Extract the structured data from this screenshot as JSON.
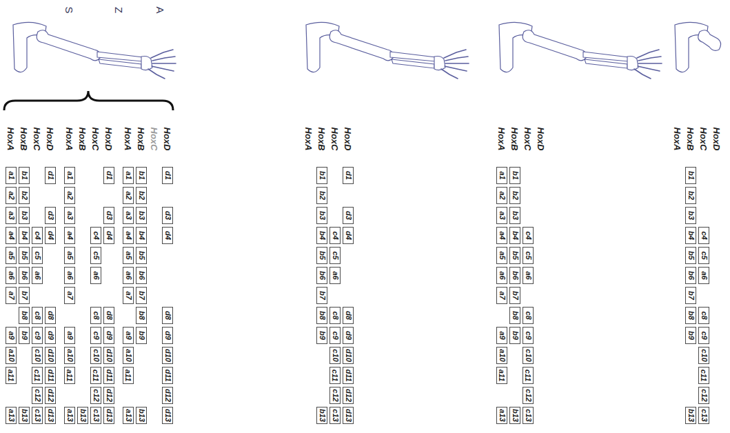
{
  "diagram": {
    "nodes": [
      {
        "text": [
          "a1"
        ]
      },
      {
        "text": [
          "a2"
        ]
      },
      {
        "text": [
          "a3"
        ]
      },
      {
        "text": [
          "a4"
        ]
      },
      {
        "text": [
          "a5"
        ]
      },
      {
        "text": [
          "a6"
        ]
      },
      {
        "text": [
          "a7"
        ]
      },
      {
        "text": [
          "a9"
        ]
      },
      {
        "text": [
          "a10"
        ]
      },
      {
        "text": [
          "a11"
        ]
      },
      {
        "text": [
          "a13"
        ]
      },
      {
        "text": [
          "b1"
        ]
      },
      {
        "text": [
          "b2"
        ]
      },
      {
        "text": [
          "b3"
        ]
      },
      {
        "text": [
          "b4"
        ]
      },
      {
        "text": [
          "b5"
        ]
      },
      {
        "text": [
          "b6"
        ]
      },
      {
        "text": [
          "b7"
        ]
      },
      {
        "text": [
          "b8"
        ]
      },
      {
        "text": [
          "b9"
        ]
      },
      {
        "text": [
          "b13"
        ]
      },
      {
        "text": [
          "c4"
        ]
      },
      {
        "text": [
          "c5"
        ]
      },
      {
        "text": [
          "a6"
        ]
      },
      {
        "text": [
          "c8"
        ]
      },
      {
        "text": [
          "c9"
        ]
      },
      {
        "text": [
          "c10"
        ]
      },
      {
        "text": [
          "c11"
        ]
      },
      {
        "text": [
          "c12"
        ]
      },
      {
        "text": [
          "c13"
        ]
      },
      {
        "text": [
          "d1"
        ]
      },
      {
        "text": [
          "d3"
        ]
      },
      {
        "text": [
          "d4"
        ]
      },
      {
        "text": [
          "d8"
        ]
      },
      {
        "text": [
          "d9"
        ]
      },
      {
        "text": [
          "d10"
        ]
      },
      {
        "text": [
          "d11"
        ]
      },
      {
        "text": [
          "d12"
        ]
      },
      {
        "text": [
          "d13"
        ]
      },
      {
        "text": [
          "a1"
        ]
      },
      {
        "text": [
          "a2"
        ]
      },
      {
        "text": [
          "a3"
        ]
      },
      {
        "text": [
          "a4"
        ]
      },
      {
        "text": [
          "a5"
        ]
      },
      {
        "text": [
          "a6"
        ]
      },
      {
        "text": [
          "a7"
        ]
      },
      {
        "text": [
          "a9"
        ]
      },
      {
        "text": [
          "a10"
        ]
      },
      {
        "text": [
          "a11"
        ]
      },
      {
        "text": [
          "a13"
        ]
      },
      {
        "text": [
          "b13"
        ]
      },
      {
        "text": [
          "c4"
        ]
      },
      {
        "text": [
          "c5"
        ]
      },
      {
        "text": [
          "a6"
        ]
      },
      {
        "text": [
          "c8"
        ]
      },
      {
        "text": [
          "c9"
        ]
      },
      {
        "text": [
          "c10"
        ]
      },
      {
        "text": [
          "c11"
        ]
      },
      {
        "text": [
          "c12"
        ]
      },
      {
        "text": [
          "c13"
        ]
      },
      {
        "text": [
          "d1"
        ]
      },
      {
        "text": [
          "d3"
        ]
      },
      {
        "text": [
          "d4"
        ]
      },
      {
        "text": [
          "d8"
        ]
      },
      {
        "text": [
          "d9"
        ]
      },
      {
        "text": [
          "d10"
        ]
      },
      {
        "text": [
          "d11"
        ]
      },
      {
        "text": [
          "d12"
        ]
      },
      {
        "text": [
          "d13"
        ]
      },
      {
        "text": [
          "a1"
        ]
      },
      {
        "text": [
          "a2"
        ]
      },
      {
        "text": [
          "a3"
        ]
      },
      {
        "text": [
          "a4"
        ]
      },
      {
        "text": [
          "a5"
        ]
      },
      {
        "text": [
          "a6"
        ]
      },
      {
        "text": [
          "a7"
        ]
      },
      {
        "text": [
          "a9"
        ]
      },
      {
        "text": [
          "a10"
        ]
      },
      {
        "text": [
          "a11"
        ]
      },
      {
        "text": [
          "a13"
        ]
      },
      {
        "text": [
          "b1"
        ]
      },
      {
        "text": [
          "b2"
        ]
      },
      {
        "text": [
          "b3"
        ]
      },
      {
        "text": [
          "b4"
        ]
      },
      {
        "text": [
          "b5"
        ]
      },
      {
        "text": [
          "b6"
        ]
      },
      {
        "text": [
          "b7"
        ]
      },
      {
        "text": [
          "b8"
        ]
      },
      {
        "text": [
          "b9"
        ]
      },
      {
        "text": [
          "b13"
        ]
      },
      {
        "text": [
          "d1"
        ]
      },
      {
        "text": [
          "d3"
        ]
      },
      {
        "text": [
          "d4"
        ]
      },
      {
        "text": [
          "d8"
        ]
      },
      {
        "text": [
          "d9"
        ]
      },
      {
        "text": [
          "d10"
        ]
      },
      {
        "text": [
          "d11"
        ]
      },
      {
        "text": [
          "d12"
        ]
      },
      {
        "text": [
          "d13"
        ]
      },
      {
        "text": [
          "b1"
        ]
      },
      {
        "text": [
          "b2"
        ]
      },
      {
        "text": [
          "b3"
        ]
      },
      {
        "text": [
          "b4"
        ]
      },
      {
        "text": [
          "b5"
        ]
      },
      {
        "text": [
          "b6"
        ]
      },
      {
        "text": [
          "b7"
        ]
      },
      {
        "text": [
          "b8"
        ]
      },
      {
        "text": [
          "b9"
        ]
      },
      {
        "text": [
          "b13"
        ]
      },
      {
        "text": [
          "c4"
        ]
      },
      {
        "text": [
          "c5"
        ]
      },
      {
        "text": [
          "a6"
        ]
      },
      {
        "text": [
          "c8"
        ]
      },
      {
        "text": [
          "c9"
        ]
      },
      {
        "text": [
          "c10"
        ]
      },
      {
        "text": [
          "c11"
        ]
      },
      {
        "text": [
          "c12"
        ]
      },
      {
        "text": [
          "c13"
        ]
      },
      {
        "text": [
          "d1"
        ]
      },
      {
        "text": [
          "d3"
        ]
      },
      {
        "text": [
          "d4"
        ]
      },
      {
        "text": [
          "d8"
        ]
      },
      {
        "text": [
          "d9"
        ]
      },
      {
        "text": [
          "d10"
        ]
      },
      {
        "text": [
          "d11"
        ]
      },
      {
        "text": [
          "d12"
        ]
      },
      {
        "text": [
          "d13"
        ]
      },
      {
        "text": [
          "a1"
        ]
      },
      {
        "text": [
          "a2"
        ]
      },
      {
        "text": [
          "a3"
        ]
      },
      {
        "text": [
          "a4"
        ]
      },
      {
        "text": [
          "a5"
        ]
      },
      {
        "text": [
          "a6"
        ]
      },
      {
        "text": [
          "a7"
        ]
      },
      {
        "text": [
          "a9"
        ]
      },
      {
        "text": [
          "a10"
        ]
      },
      {
        "text": [
          "a11"
        ]
      },
      {
        "text": [
          "a13"
        ]
      },
      {
        "text": [
          "b1"
        ]
      },
      {
        "text": [
          "b2"
        ]
      },
      {
        "text": [
          "b3"
        ]
      },
      {
        "text": [
          "b4"
        ]
      },
      {
        "text": [
          "b5"
        ]
      },
      {
        "text": [
          "b6"
        ]
      },
      {
        "text": [
          "b7"
        ]
      },
      {
        "text": [
          "b8"
        ]
      },
      {
        "text": [
          "b9"
        ]
      },
      {
        "text": [
          "b13"
        ]
      },
      {
        "text": [
          "c4"
        ]
      },
      {
        "text": [
          "c5"
        ]
      },
      {
        "text": [
          "a6"
        ]
      },
      {
        "text": [
          "c8"
        ]
      },
      {
        "text": [
          "c9"
        ]
      },
      {
        "text": [
          "c10"
        ]
      },
      {
        "text": [
          "c11"
        ]
      },
      {
        "text": [
          "c12"
        ]
      },
      {
        "text": [
          "c13"
        ]
      },
      {
        "text": [
          "b1"
        ]
      },
      {
        "text": [
          "b2"
        ]
      },
      {
        "text": [
          "b3"
        ]
      },
      {
        "text": [
          "b4"
        ]
      },
      {
        "text": [
          "b5"
        ]
      },
      {
        "text": [
          "b6"
        ]
      },
      {
        "text": [
          "b7"
        ]
      },
      {
        "text": [
          "b8"
        ]
      },
      {
        "text": [
          "b9"
        ]
      },
      {
        "text": [
          "b13"
        ]
      },
      {
        "text": [
          "c4"
        ]
      },
      {
        "text": [
          "c5"
        ]
      },
      {
        "text": [
          "a6"
        ]
      },
      {
        "text": [
          "c8"
        ]
      },
      {
        "text": [
          "c9"
        ]
      },
      {
        "text": [
          "c10"
        ]
      },
      {
        "text": [
          "c11"
        ]
      },
      {
        "text": [
          "c12"
        ]
      },
      {
        "text": [
          "c13"
        ]
      }
    ],
    "labels": [
      "S",
      "Z",
      "A",
      "HoxA",
      "HoxB",
      "HoxC",
      "HoxD",
      "HoxA",
      "HoxB",
      "HoxC",
      "HoxD",
      "HoxA",
      "HoxB",
      "HoxC",
      "HoxD",
      "HoxA",
      "HoxB",
      "HoxC",
      "HoxD",
      "HoxA",
      "HoxB",
      "HoxC",
      "HoxD",
      "HoxA",
      "HoxB",
      "HoxC",
      "HoxD"
    ]
  }
}
